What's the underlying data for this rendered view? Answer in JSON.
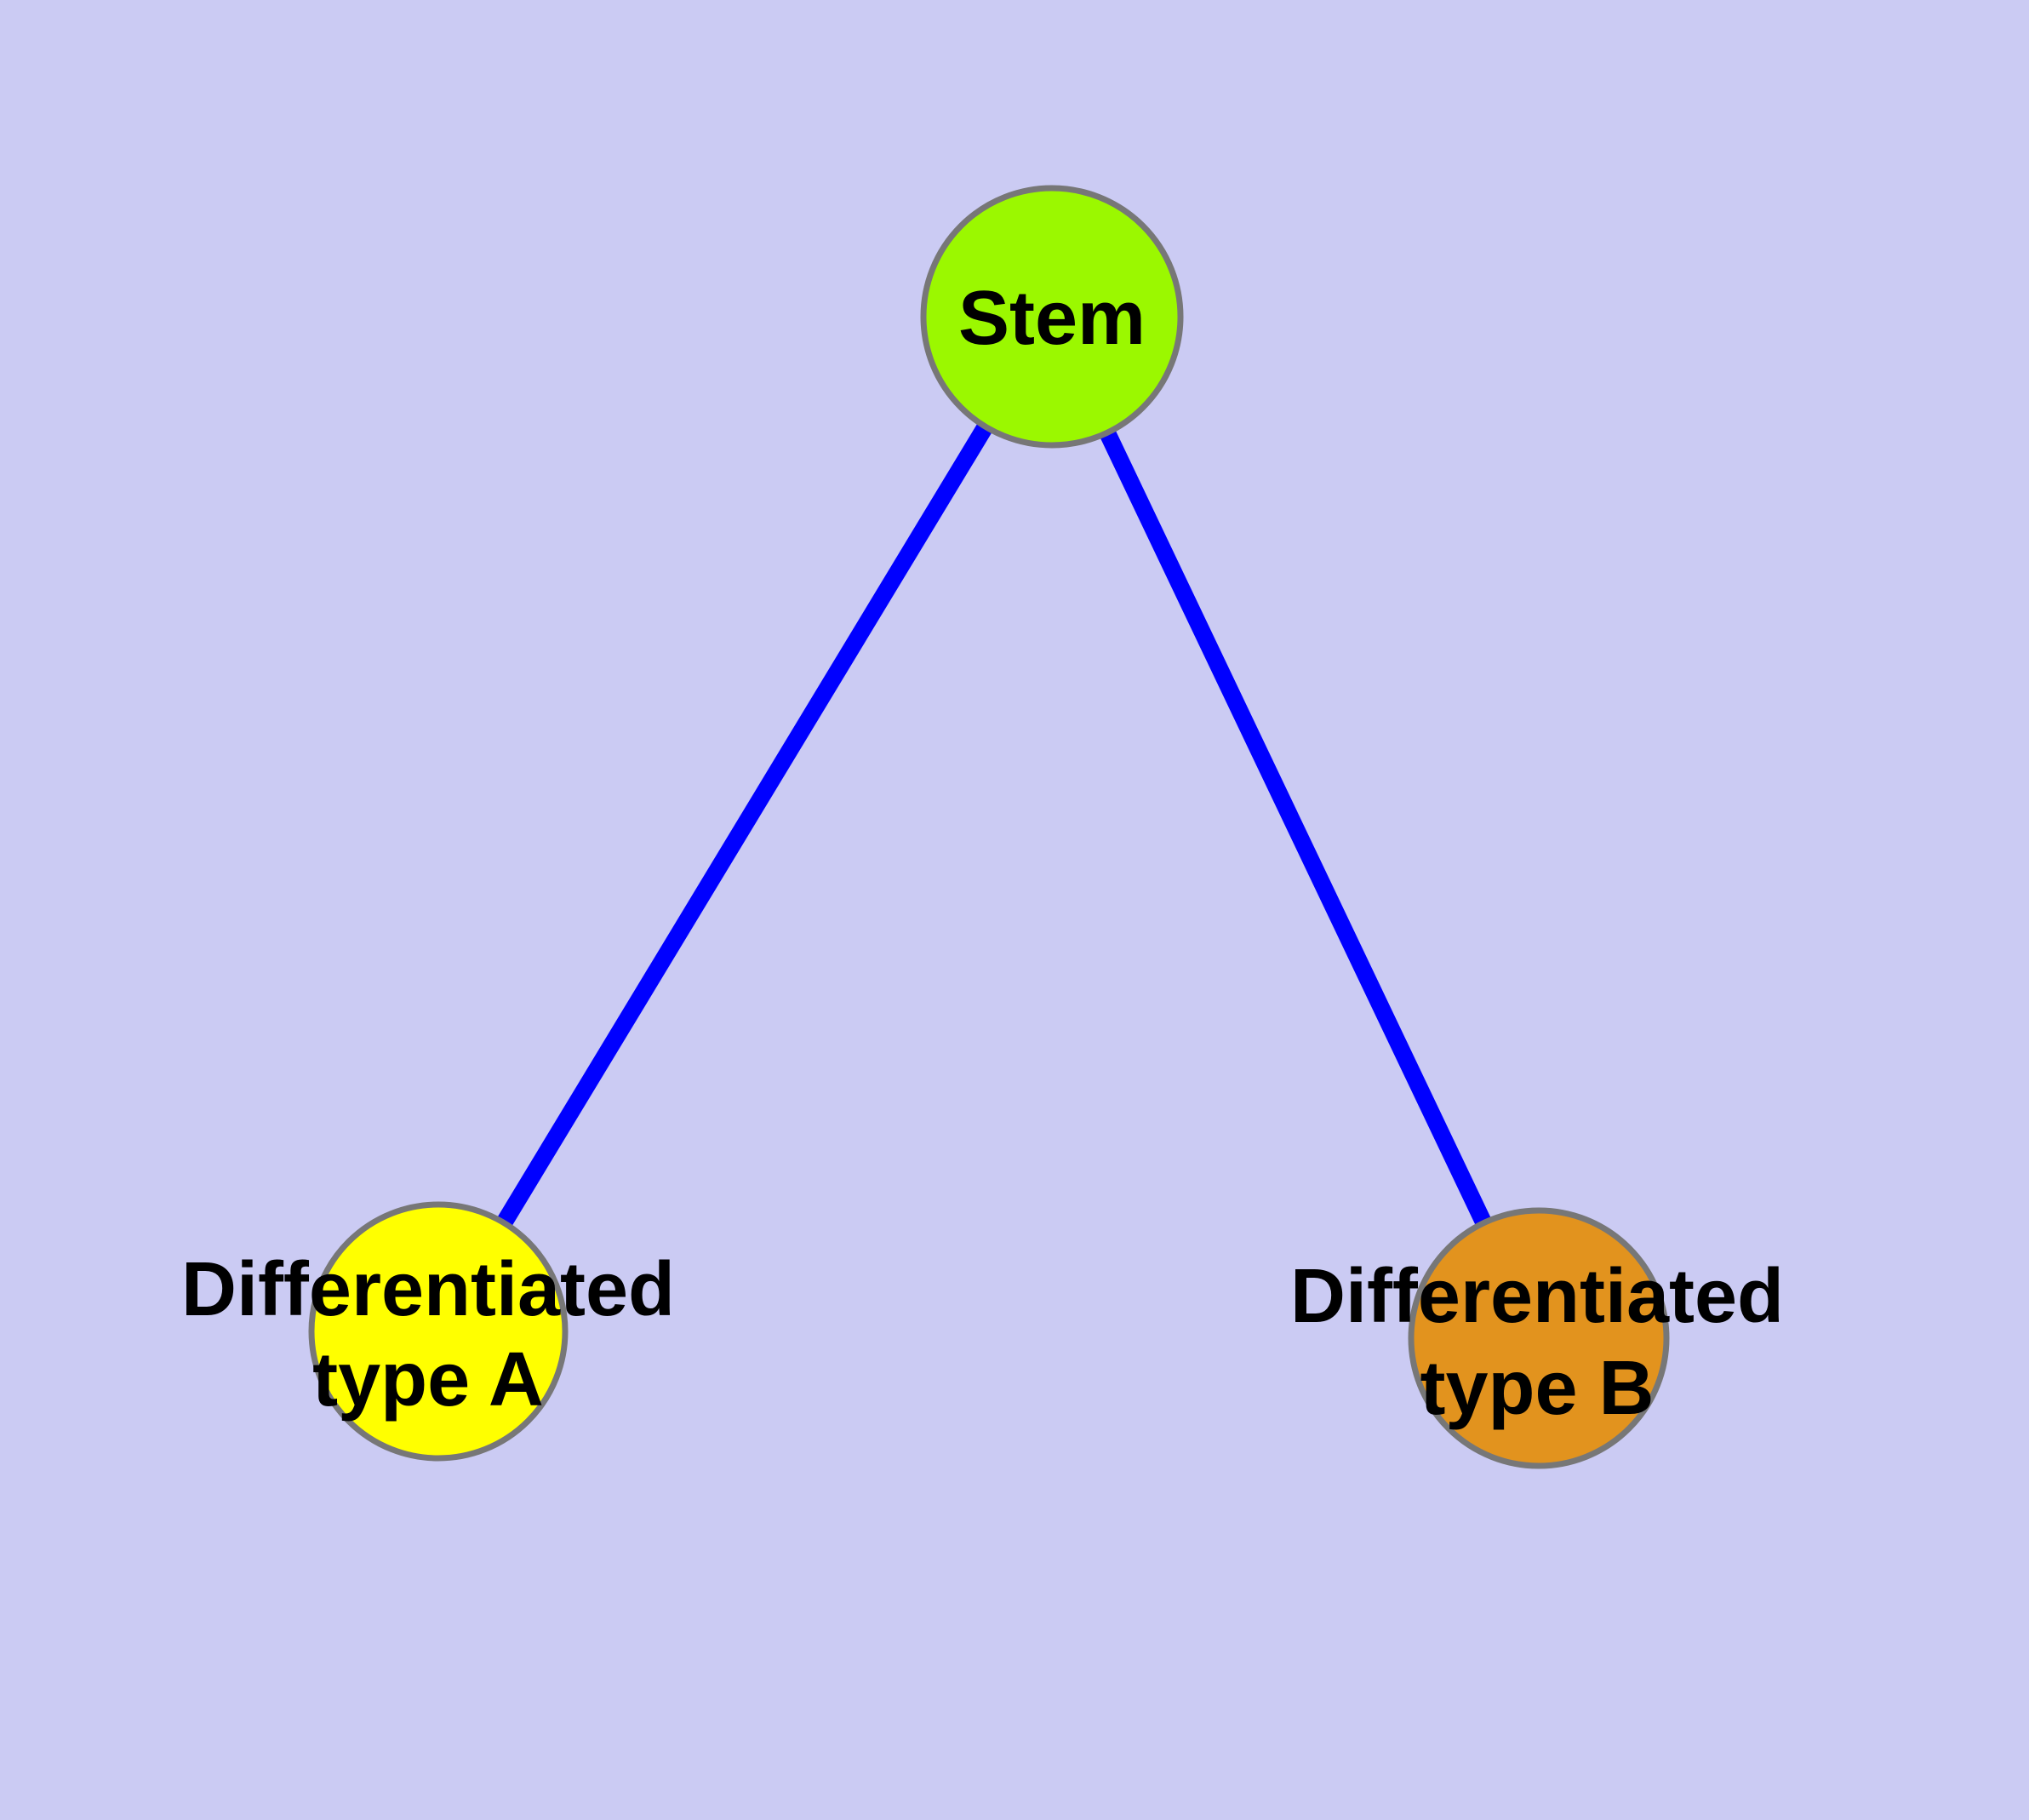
{
  "diagram": {
    "background_color": "#CBCBF3",
    "edge_color": "#0000FF",
    "node_border_color": "#777777",
    "label_color": "#000000",
    "nodes": {
      "stem": {
        "label": "Stem",
        "color": "#9BF800"
      },
      "type_a": {
        "label_line1": "Differentiated",
        "label_line2": "type A",
        "color": "#FFFF00"
      },
      "type_b": {
        "label_line1": "Differentiated",
        "label_line2": "type B",
        "color": "#E2931E"
      }
    },
    "edges": [
      {
        "from": "Stem",
        "to": "Differentiated type A"
      },
      {
        "from": "Stem",
        "to": "Differentiated type B"
      }
    ]
  }
}
